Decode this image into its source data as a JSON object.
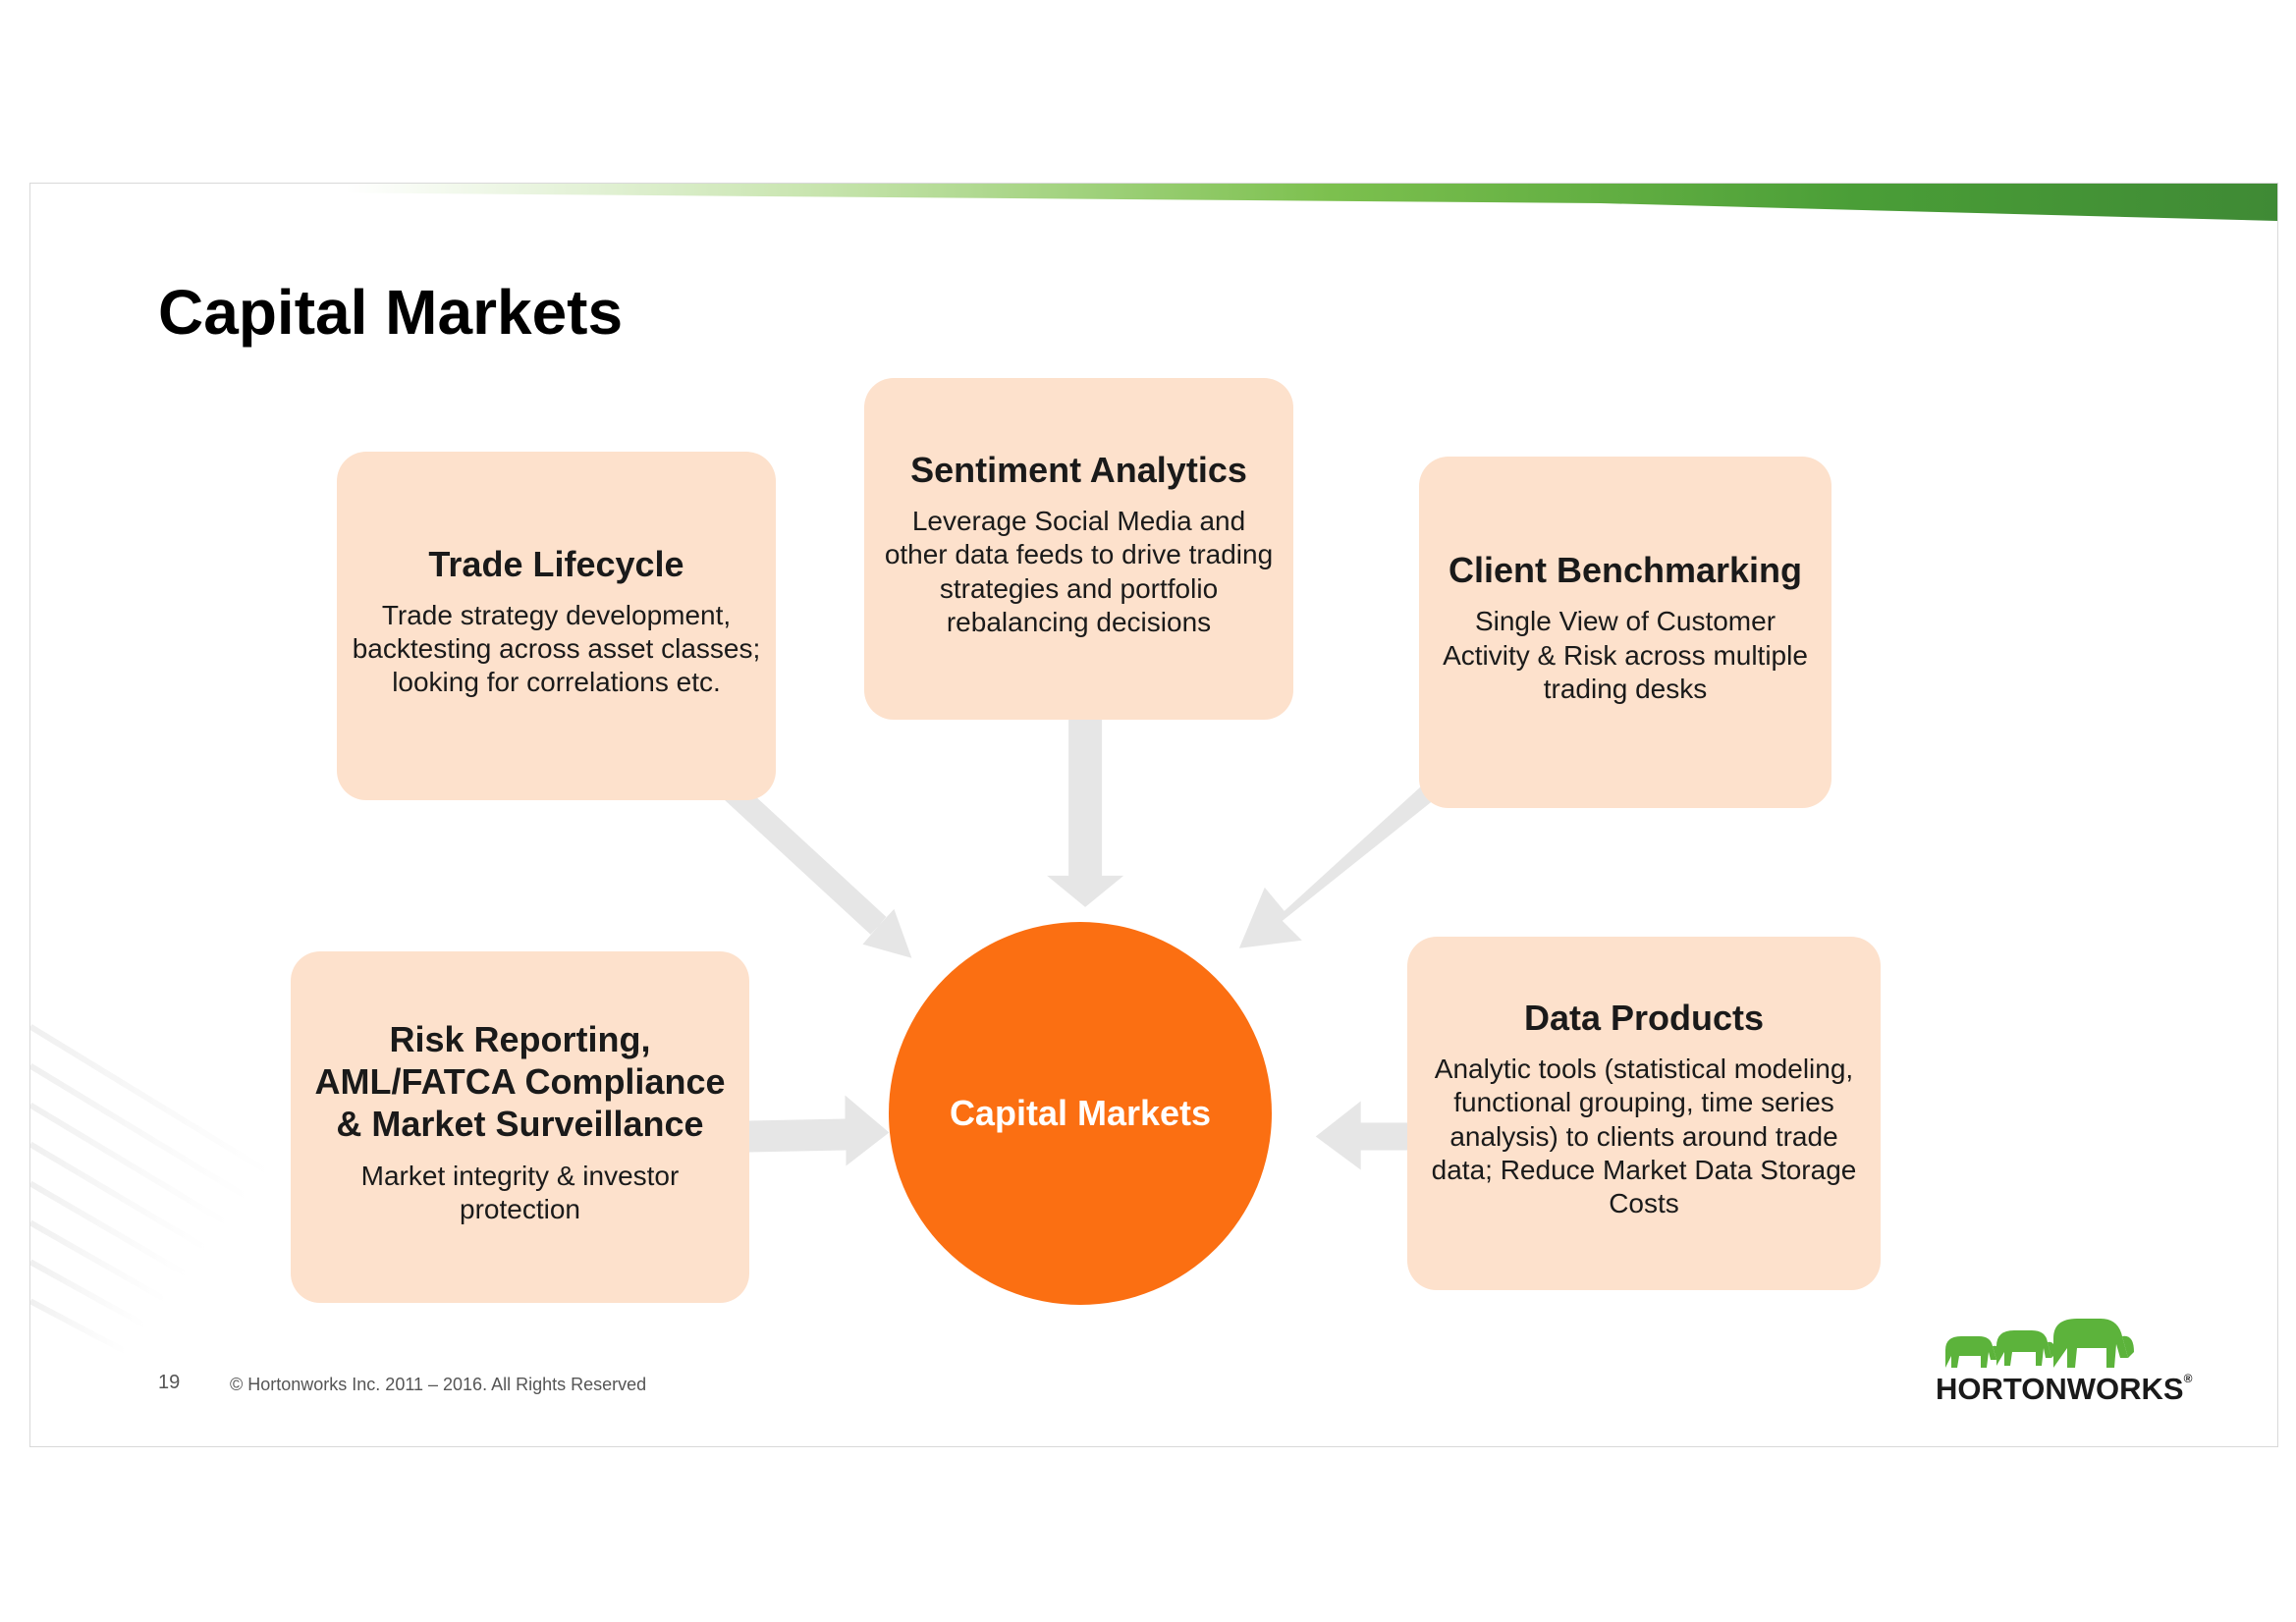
{
  "title": "Capital Markets",
  "hub": {
    "label": "Capital Markets",
    "color": "#fb6f12"
  },
  "box_color": "#fde1cc",
  "boxes": {
    "trade_lifecycle": {
      "title": "Trade Lifecycle",
      "description": "Trade strategy development, backtesting across asset classes; looking for correlations etc."
    },
    "sentiment_analytics": {
      "title": "Sentiment Analytics",
      "description": "Leverage Social Media and other data feeds to drive trading strategies and portfolio rebalancing decisions"
    },
    "client_benchmarking": {
      "title": "Client Benchmarking",
      "description": "Single View of Customer Activity & Risk across multiple trading desks"
    },
    "risk_reporting": {
      "title": "Risk Reporting, AML/FATCA Compliance & Market Surveillance",
      "description": "Market integrity & investor protection"
    },
    "data_products": {
      "title": "Data Products",
      "description": "Analytic tools (statistical modeling, functional grouping, time series analysis) to clients around trade data; Reduce Market Data Storage Costs"
    }
  },
  "footer": {
    "page_number": "19",
    "copyright": "© Hortonworks Inc. 2011 – 2016. All Rights Reserved"
  },
  "logo": {
    "text": "HORTONWORKS",
    "mark": "®",
    "icon": "elephants-icon",
    "color": "#5cb33b"
  },
  "accent_bar_color": "#3f9a37"
}
